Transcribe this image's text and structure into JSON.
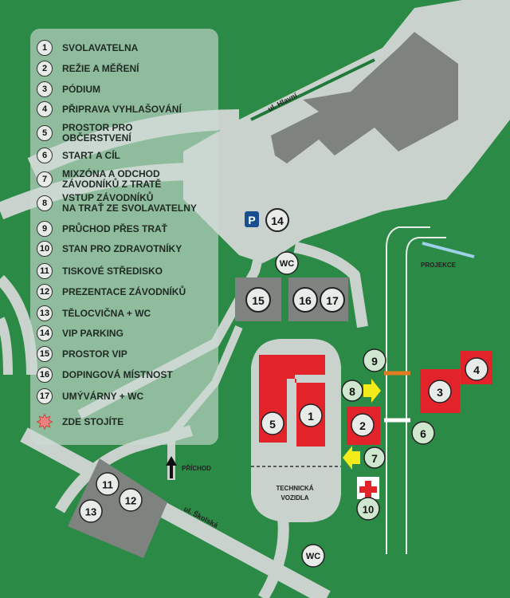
{
  "legend": {
    "items": [
      {
        "num": "1",
        "text": "SVOLAVATELNA"
      },
      {
        "num": "2",
        "text": "REŽIE A MĚŘENÍ"
      },
      {
        "num": "3",
        "text": "PÓDIUM"
      },
      {
        "num": "4",
        "text": "PŘIPRAVA VYHLAŠOVÁNÍ"
      },
      {
        "num": "5",
        "text": "PROSTOR PRO\nOBČERSTVENÍ"
      },
      {
        "num": "6",
        "text": "START A CÍL"
      },
      {
        "num": "7",
        "text": "MIXZÓNA A ODCHOD\nZÁVODNÍKŮ Z TRATĚ"
      },
      {
        "num": "8",
        "text": "VSTUP ZÁVODNÍKŮ\nNA TRAŤ ZE SVOLAVATELNY"
      },
      {
        "num": "9",
        "text": "PRŮCHOD PŘES TRAŤ"
      },
      {
        "num": "10",
        "text": "STAN PRO ZDRAVOTNÍKY"
      },
      {
        "num": "11",
        "text": "TISKOVÉ STŘEDISKO"
      },
      {
        "num": "12",
        "text": "PREZENTACE ZÁVODNÍKŮ"
      },
      {
        "num": "13",
        "text": "TĚLOCVIČNA + WC"
      },
      {
        "num": "14",
        "text": "VIP PARKING"
      },
      {
        "num": "15",
        "text": "PROSTOR VIP"
      },
      {
        "num": "16",
        "text": "DOPINGOVÁ MÍSTNOST"
      },
      {
        "num": "17",
        "text": "UMÝVÁRNY + WC"
      }
    ],
    "you_are_here": "ZDE STOJÍTE"
  },
  "streets": {
    "hlavni": "ul. Hlavní",
    "skolska": "ul. Školská"
  },
  "labels": {
    "projekce": "PROJEKCE",
    "prichod": "PŘÍCHOD",
    "technicka_1": "TECHNICKÁ",
    "technicka_2": "VOZIDLA",
    "wc": "WC",
    "parking": "P"
  },
  "markers": {
    "m1": "1",
    "m2": "2",
    "m3": "3",
    "m4": "4",
    "m5": "5",
    "m6": "6",
    "m7": "7",
    "m8": "8",
    "m9": "9",
    "m10": "10",
    "m11": "11",
    "m12": "12",
    "m13": "13",
    "m14": "14",
    "m15": "15",
    "m16": "16",
    "m17": "17"
  },
  "colors": {
    "grass": "#2b8a45",
    "road": "#c9d2cc",
    "building": "#7f8380",
    "venue": "#e2232a",
    "parking": "#1a4f8f",
    "arrow": "#f4ec1a",
    "crossing_orange": "#e07b22",
    "projection": "#9fd0ea"
  }
}
